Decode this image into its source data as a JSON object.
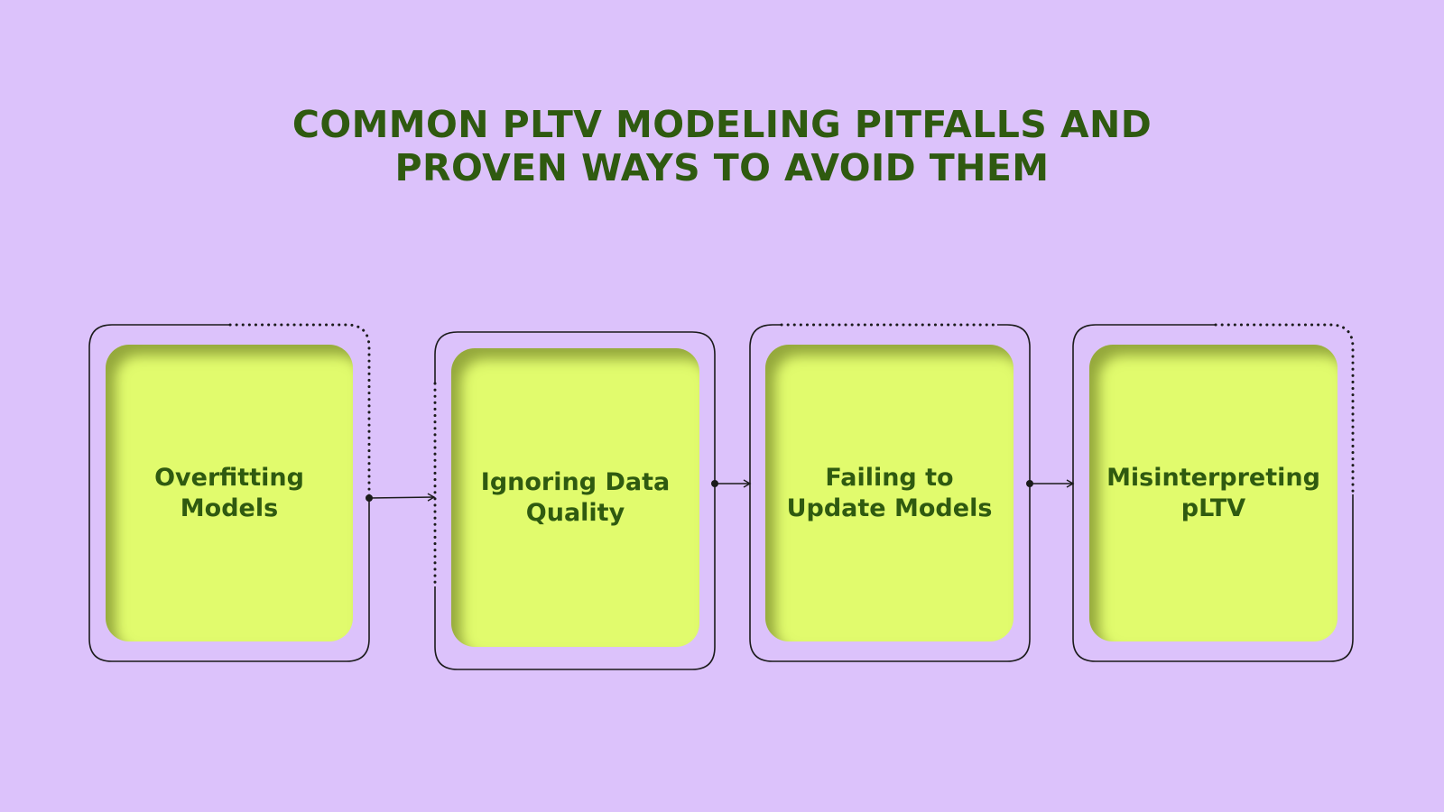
{
  "title": {
    "line1": "COMMON PLTV MODELING PITFALLS AND",
    "line2": "PROVEN WAYS TO AVOID THEM"
  },
  "steps": [
    {
      "label": "Overfitting\nModels"
    },
    {
      "label": "Ignoring Data\nQuality"
    },
    {
      "label": "Failing to\nUpdate Models"
    },
    {
      "label": "Misinterpreting\npLTV"
    }
  ],
  "colors": {
    "background": "#dcc2fb",
    "card": "#e1fb6d",
    "text": "#2f5a10",
    "line": "#1b1b1b"
  }
}
